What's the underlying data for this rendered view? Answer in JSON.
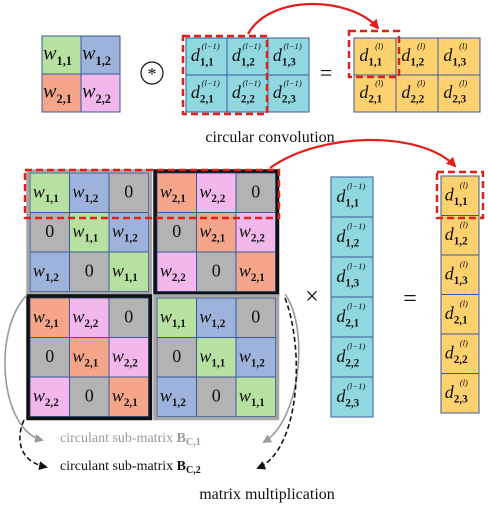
{
  "colors": {
    "green": "#b7e1a1",
    "blue": "#9eb3dc",
    "orange": "#f4a58a",
    "pink": "#f2b8ec",
    "gray": "#b3b3b3",
    "cyan": "#8fd8e0",
    "yellow": "#fdd26e",
    "red": "#e0201b",
    "cell_border": "#3b5a9a",
    "block_border_dark": "#111111",
    "block_border_gray": "#a6a6a6",
    "arrow_gray": "#9a9a9a"
  },
  "symbols": {
    "conv": "*",
    "equals": "=",
    "times": "×"
  },
  "kernel": [
    [
      {
        "sym": "w",
        "sub": "1,1",
        "color": "green"
      },
      {
        "sym": "w",
        "sub": "1,2",
        "color": "blue"
      }
    ],
    [
      {
        "sym": "w",
        "sub": "2,1",
        "color": "orange"
      },
      {
        "sym": "w",
        "sub": "2,2",
        "color": "pink"
      }
    ]
  ],
  "input_map": [
    [
      {
        "sym": "d",
        "sub": "1,1",
        "sup": "(l−1)"
      },
      {
        "sym": "d",
        "sub": "1,2",
        "sup": "(l−1)"
      },
      {
        "sym": "d",
        "sub": "1,3",
        "sup": "(l−1)"
      }
    ],
    [
      {
        "sym": "d",
        "sub": "2,1",
        "sup": "(l−1)"
      },
      {
        "sym": "d",
        "sub": "2,2",
        "sup": "(l−1)"
      },
      {
        "sym": "d",
        "sub": "2,3",
        "sup": "(l−1)"
      }
    ]
  ],
  "output_map": [
    [
      {
        "sym": "d",
        "sub": "1,1",
        "sup": "(l)"
      },
      {
        "sym": "d",
        "sub": "1,2",
        "sup": "(l)"
      },
      {
        "sym": "d",
        "sub": "1,3",
        "sup": "(l)"
      }
    ],
    [
      {
        "sym": "d",
        "sub": "2,1",
        "sup": "(l)"
      },
      {
        "sym": "d",
        "sub": "2,2",
        "sup": "(l)"
      },
      {
        "sym": "d",
        "sub": "2,3",
        "sup": "(l)"
      }
    ]
  ],
  "labels": {
    "circular_convolution": "circular convolution",
    "matrix_multiplication": "matrix multiplication",
    "submatrix_prefix": "circulant sub-matrix ",
    "submatrix_1_symbol": "B",
    "submatrix_1_sub": "C,1",
    "submatrix_2_symbol": "B",
    "submatrix_2_sub": "C,2"
  },
  "matrix_blocks": [
    {
      "id": "top-left",
      "border": "gray",
      "cells": [
        [
          {
            "sym": "w",
            "sub": "1,1",
            "color": "green"
          },
          {
            "sym": "w",
            "sub": "1,2",
            "color": "blue"
          },
          {
            "sym": "0",
            "color": "gray"
          }
        ],
        [
          {
            "sym": "0",
            "color": "gray"
          },
          {
            "sym": "w",
            "sub": "1,1",
            "color": "green"
          },
          {
            "sym": "w",
            "sub": "1,2",
            "color": "blue"
          }
        ],
        [
          {
            "sym": "w",
            "sub": "1,2",
            "color": "blue"
          },
          {
            "sym": "0",
            "color": "gray"
          },
          {
            "sym": "w",
            "sub": "1,1",
            "color": "green"
          }
        ]
      ]
    },
    {
      "id": "top-right",
      "border": "dark",
      "cells": [
        [
          {
            "sym": "w",
            "sub": "2,1",
            "color": "orange"
          },
          {
            "sym": "w",
            "sub": "2,2",
            "color": "pink"
          },
          {
            "sym": "0",
            "color": "gray"
          }
        ],
        [
          {
            "sym": "0",
            "color": "gray"
          },
          {
            "sym": "w",
            "sub": "2,1",
            "color": "orange"
          },
          {
            "sym": "w",
            "sub": "2,2",
            "color": "pink"
          }
        ],
        [
          {
            "sym": "w",
            "sub": "2,2",
            "color": "pink"
          },
          {
            "sym": "0",
            "color": "gray"
          },
          {
            "sym": "w",
            "sub": "2,1",
            "color": "orange"
          }
        ]
      ]
    },
    {
      "id": "bottom-left",
      "border": "dark",
      "cells": [
        [
          {
            "sym": "w",
            "sub": "2,1",
            "color": "orange"
          },
          {
            "sym": "w",
            "sub": "2,2",
            "color": "pink"
          },
          {
            "sym": "0",
            "color": "gray"
          }
        ],
        [
          {
            "sym": "0",
            "color": "gray"
          },
          {
            "sym": "w",
            "sub": "2,1",
            "color": "orange"
          },
          {
            "sym": "w",
            "sub": "2,2",
            "color": "pink"
          }
        ],
        [
          {
            "sym": "w",
            "sub": "2,2",
            "color": "pink"
          },
          {
            "sym": "0",
            "color": "gray"
          },
          {
            "sym": "w",
            "sub": "2,1",
            "color": "orange"
          }
        ]
      ]
    },
    {
      "id": "bottom-right",
      "border": "gray",
      "cells": [
        [
          {
            "sym": "w",
            "sub": "1,1",
            "color": "green"
          },
          {
            "sym": "w",
            "sub": "1,2",
            "color": "blue"
          },
          {
            "sym": "0",
            "color": "gray"
          }
        ],
        [
          {
            "sym": "0",
            "color": "gray"
          },
          {
            "sym": "w",
            "sub": "1,1",
            "color": "green"
          },
          {
            "sym": "w",
            "sub": "1,2",
            "color": "blue"
          }
        ],
        [
          {
            "sym": "w",
            "sub": "1,2",
            "color": "blue"
          },
          {
            "sym": "0",
            "color": "gray"
          },
          {
            "sym": "w",
            "sub": "1,1",
            "color": "green"
          }
        ]
      ]
    }
  ],
  "input_vector": [
    {
      "sym": "d",
      "sub": "1,1",
      "sup": "(l−1)"
    },
    {
      "sym": "d",
      "sub": "1,2",
      "sup": "(l−1)"
    },
    {
      "sym": "d",
      "sub": "1,3",
      "sup": "(l−1)"
    },
    {
      "sym": "d",
      "sub": "2,1",
      "sup": "(l−1)"
    },
    {
      "sym": "d",
      "sub": "2,2",
      "sup": "(l−1)"
    },
    {
      "sym": "d",
      "sub": "2,3",
      "sup": "(l−1)"
    }
  ],
  "output_vector": [
    {
      "sym": "d",
      "sub": "1,1",
      "sup": "(l)"
    },
    {
      "sym": "d",
      "sub": "1,2",
      "sup": "(l)"
    },
    {
      "sym": "d",
      "sub": "1,3",
      "sup": "(l)"
    },
    {
      "sym": "d",
      "sub": "2,1",
      "sup": "(l)"
    },
    {
      "sym": "d",
      "sub": "2,2",
      "sup": "(l)"
    },
    {
      "sym": "d",
      "sub": "2,3",
      "sup": "(l)"
    }
  ]
}
